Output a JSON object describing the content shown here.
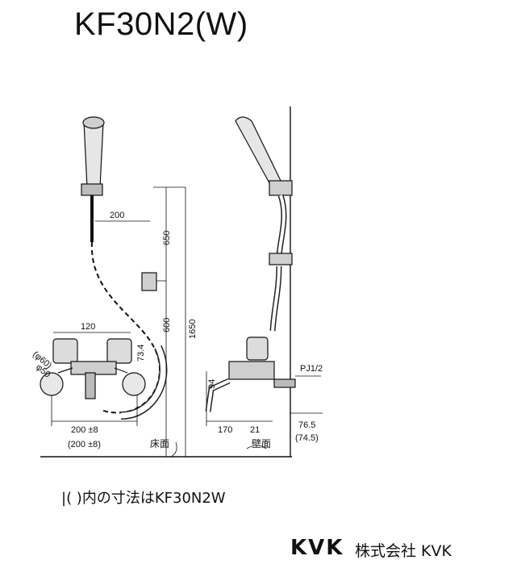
{
  "title": "KF30N2(W)",
  "dimensions": {
    "d200_top": "200",
    "d650": "650",
    "d1650": "1650",
    "d600": "600",
    "d120": "120",
    "d73_4": "73.4",
    "dia_a": "(φ60)",
    "dia_b": "φ50",
    "d200_bottom": "200 ±8",
    "d200_bottom_paren": "(200 ±8)",
    "d94": "94",
    "d170": "170",
    "d21": "21",
    "d76_5": "76.5",
    "d74_5": "(74.5)",
    "pj": "PJ1/2"
  },
  "labels": {
    "floor": "床面",
    "wall": "壁面"
  },
  "note": "|(  )内の寸法はKF30N2W",
  "logo": {
    "brand": "KVK",
    "company": "株式会社 KVK"
  }
}
